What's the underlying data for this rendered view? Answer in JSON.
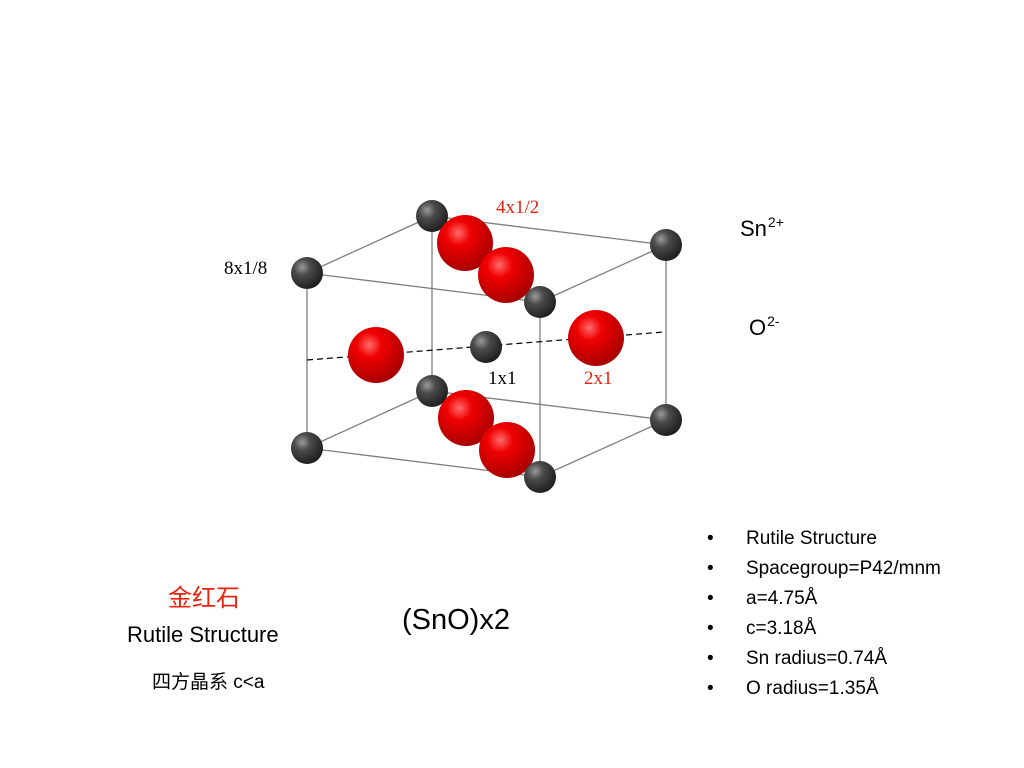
{
  "diagram": {
    "labels": {
      "top": "4x1/2",
      "left": "8x1/8",
      "center": "1x1",
      "right": "2x1"
    },
    "label_colors": {
      "black": "#000000",
      "red": "#e8230e"
    },
    "atom_colors": {
      "sn": "#3a3a3a",
      "o": "#e00000"
    }
  },
  "legend": {
    "sn": {
      "symbol": "Sn",
      "charge": "2+"
    },
    "o": {
      "symbol": "O",
      "charge": "2-"
    }
  },
  "caption": {
    "chinese_name": "金红石",
    "english_name": "Rutile Structure",
    "system": "四方晶系",
    "relation": "c<a"
  },
  "formula": "(SnO)x2",
  "properties": {
    "bullet": "•",
    "items": [
      "Rutile Structure",
      "Spacegroup=P42/mnm",
      "a=4.75Å",
      "c=3.18Å",
      "Sn radius=0.74Å",
      "O radius=1.35Å"
    ]
  }
}
